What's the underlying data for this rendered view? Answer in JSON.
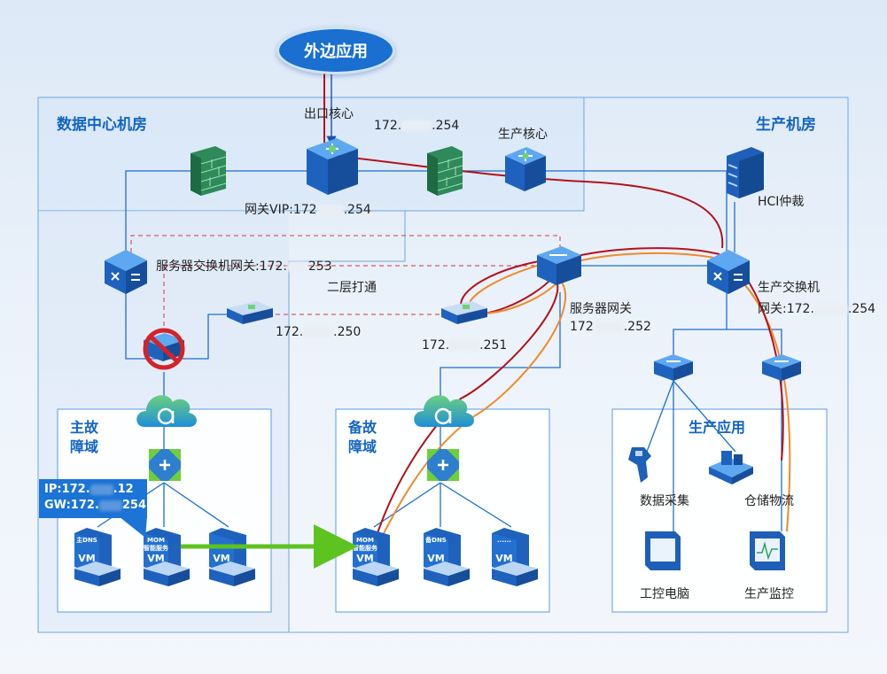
{
  "external_app": "外边应用",
  "rooms": {
    "datacenter": "数据中心机房",
    "production": "生产机房"
  },
  "core": {
    "egress": "出口核心",
    "egress_ip_prefix": "172.",
    "egress_ip_suffix": ".254",
    "production_core": "生产核心",
    "gateway_vip_prefix": "网关VIP:172",
    "gateway_vip_suffix": ".254"
  },
  "hci": "HCI仲裁",
  "server_switch": {
    "label_prefix": "服务器交换机网关:172.",
    "label_suffix": "253"
  },
  "layer2": "二层打通",
  "ip250": {
    "prefix": "172.",
    "suffix": ".250"
  },
  "ip251": {
    "prefix": "172.",
    "suffix": ".251"
  },
  "server_gw": {
    "title": "服务器网关",
    "prefix": "172",
    "suffix": ".252"
  },
  "prod_switch": {
    "title": "生产交换机",
    "prefix": "网关:172.",
    "suffix": ".254"
  },
  "zones": {
    "primary": {
      "line1": "主故",
      "line2": "障域"
    },
    "backup": {
      "line1": "备故",
      "line2": "障域"
    },
    "prodapps": "生产应用"
  },
  "callout": {
    "ip_prefix": "IP:172.",
    "ip_suffix": ".12",
    "gw_prefix": "GW:172.",
    "gw_suffix": "254"
  },
  "vms": {
    "primary": [
      {
        "top": "主DNS",
        "bottom": "VM"
      },
      {
        "top": "MOM\n智能服务",
        "bottom": "VM"
      },
      {
        "top": "",
        "bottom": "VM"
      }
    ],
    "backup": [
      {
        "top": "MOM\n智能服务",
        "bottom": "VM"
      },
      {
        "top": "备DNS",
        "bottom": "VM"
      },
      {
        "top": "......",
        "bottom": "VM"
      }
    ]
  },
  "apps": [
    "数据采集",
    "仓储物流",
    "工控电脑",
    "生产监控"
  ],
  "colors": {
    "primary_blue": "#1465c4",
    "red_link": "#b3121b",
    "orange_link": "#f08a2c",
    "green_arrow": "#5cc31f",
    "line": "#1d6fcf"
  }
}
